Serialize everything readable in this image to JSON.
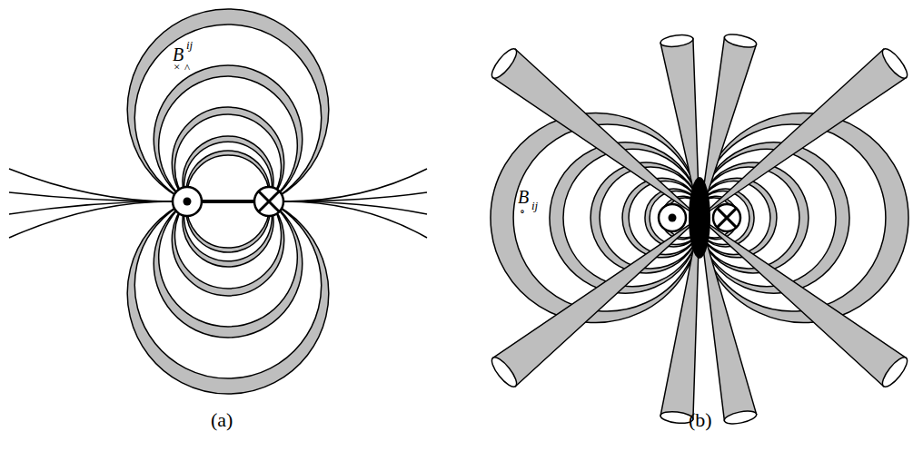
{
  "diagram": {
    "labels": [
      "B",
      "ij",
      "×",
      "^",
      "B",
      "ij",
      "∘",
      "(a)",
      "(b)"
    ]
  }
}
